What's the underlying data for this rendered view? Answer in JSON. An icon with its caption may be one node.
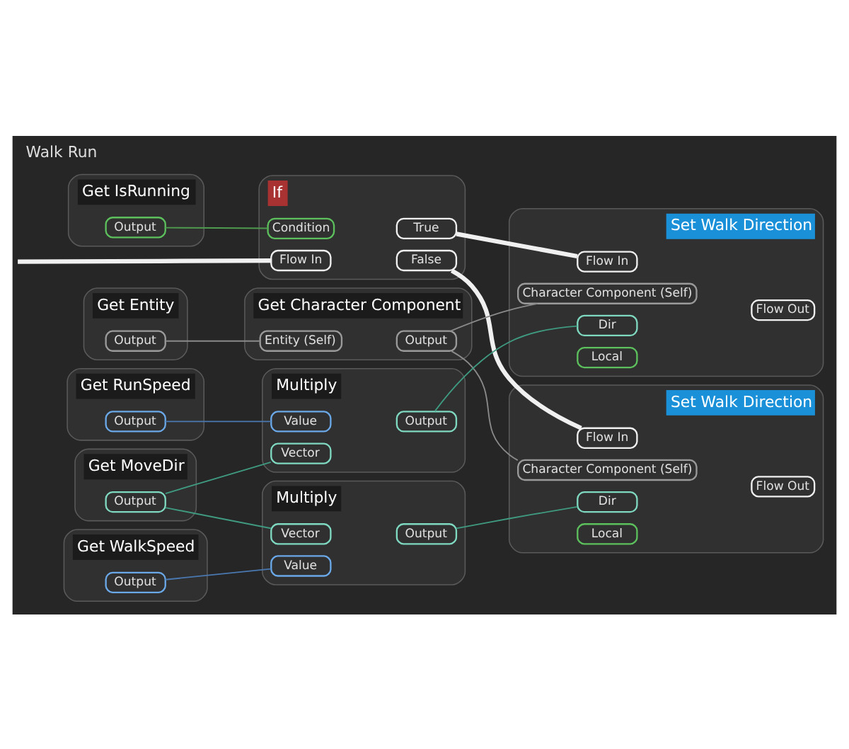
{
  "diagram": {
    "title": "Walk Run",
    "nodes": [
      {
        "text": [
          "Get IsRunning"
        ]
      },
      {
        "text": [
          "Output"
        ],
        "in": 0
      },
      {
        "text": [
          "If"
        ]
      },
      {
        "text": [
          "Flow In"
        ],
        "in": 2
      },
      {
        "text": [
          "Condition"
        ],
        "in": 2
      },
      {
        "text": [
          "True"
        ],
        "in": 2
      },
      {
        "text": [
          "False"
        ],
        "in": 2
      },
      {
        "text": [
          "Get Entity"
        ]
      },
      {
        "text": [
          "Output"
        ],
        "in": 7
      },
      {
        "text": [
          "Get Character Component"
        ]
      },
      {
        "text": [
          "Entity (Self)"
        ],
        "in": 9
      },
      {
        "text": [
          "Output"
        ],
        "in": 9
      },
      {
        "text": [
          "Set Walk Direction"
        ]
      },
      {
        "text": [
          "Flow In"
        ],
        "in": 12
      },
      {
        "text": [
          "Character Component (Self)"
        ],
        "in": 12
      },
      {
        "text": [
          "Dir"
        ],
        "in": 12
      },
      {
        "text": [
          "Local"
        ],
        "in": 12
      },
      {
        "text": [
          "Flow Out"
        ],
        "in": 12
      },
      {
        "text": [
          "Get MoveDir"
        ]
      },
      {
        "text": [
          "Output"
        ],
        "in": 18
      },
      {
        "text": [
          "Multiply"
        ]
      },
      {
        "text": [
          "Vector"
        ],
        "in": 20
      },
      {
        "text": [
          "Value"
        ],
        "in": 20
      },
      {
        "text": [
          "Output"
        ],
        "in": 20
      },
      {
        "text": [
          "Get RunSpeed"
        ]
      },
      {
        "text": [
          "Output"
        ],
        "in": 24
      },
      {
        "text": [
          "Multiply"
        ]
      },
      {
        "text": [
          "Vector"
        ],
        "in": 26
      },
      {
        "text": [
          "Value"
        ],
        "in": 26
      },
      {
        "text": [
          "Output"
        ],
        "in": 26
      },
      {
        "text": [
          "Get WalkSpeed"
        ]
      },
      {
        "text": [
          "Output"
        ],
        "in": 30
      },
      {
        "text": [
          "Set Walk Direction"
        ]
      },
      {
        "text": [
          "Flow In"
        ],
        "in": 32
      },
      {
        "text": [
          "Character Component (Self)"
        ],
        "in": 32
      },
      {
        "text": [
          "Dir"
        ],
        "in": 32
      },
      {
        "text": [
          "Local"
        ],
        "in": 32
      },
      {
        "text": [
          "Flow Out"
        ],
        "in": 32
      }
    ],
    "edges": [
      {
        "from": null,
        "to": 3,
        "arrow": "none",
        "style": "thick",
        "color": "#f0f0f0"
      },
      {
        "from": 1,
        "to": 4,
        "arrow": "none",
        "color": "#4e9a4e"
      },
      {
        "from": 5,
        "to": 13,
        "arrow": "none",
        "style": "thick",
        "color": "#f0f0f0"
      },
      {
        "from": 6,
        "to": 33,
        "arrow": "none",
        "style": "thick",
        "color": "#f0f0f0"
      },
      {
        "from": 8,
        "to": 10,
        "arrow": "none",
        "color": "#8a8a8a"
      },
      {
        "from": 11,
        "to": 14,
        "arrow": "none",
        "color": "#8a8a8a"
      },
      {
        "from": 11,
        "to": 34,
        "arrow": "none",
        "color": "#8a8a8a"
      },
      {
        "from": 19,
        "to": 21,
        "arrow": "none"
      },
      {
        "from": 19,
        "to": 27,
        "arrow": "none"
      },
      {
        "from": 25,
        "to": 22,
        "arrow": "none",
        "color": "#4a78b0"
      },
      {
        "from": 31,
        "to": 28,
        "arrow": "none",
        "color": "#4a78b0"
      },
      {
        "from": 23,
        "to": 15,
        "arrow": "none"
      },
      {
        "from": 29,
        "to": 35,
        "arrow": "none"
      }
    ]
  }
}
